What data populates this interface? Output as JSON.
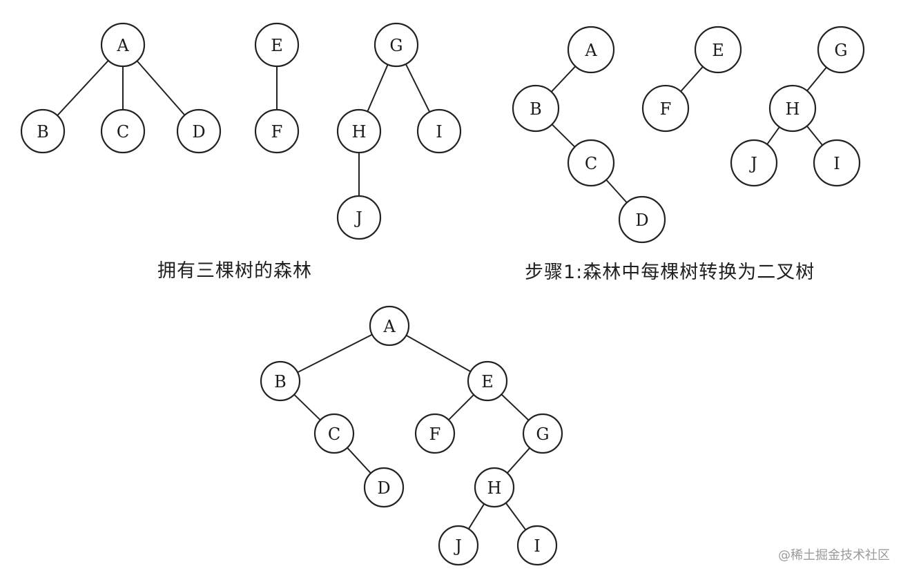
{
  "captions": {
    "forest": "拥有三棵树的森林",
    "step1": "步骤1:森林中每棵树转换为二叉树"
  },
  "watermark": "@稀土掘金技术社区",
  "colors": {
    "stroke": "#222222",
    "node_fill": "#ffffff",
    "text": "#1a1a1a",
    "watermark": "#9a9a9a"
  },
  "diagrams": {
    "forest": {
      "nodes": [
        "A",
        "B",
        "C",
        "D",
        "E",
        "F",
        "G",
        "H",
        "I",
        "J"
      ],
      "edges": [
        [
          "A",
          "B"
        ],
        [
          "A",
          "C"
        ],
        [
          "A",
          "D"
        ],
        [
          "E",
          "F"
        ],
        [
          "G",
          "H"
        ],
        [
          "G",
          "I"
        ],
        [
          "H",
          "J"
        ]
      ]
    },
    "step1": {
      "nodes": [
        "A",
        "B",
        "C",
        "D",
        "E",
        "F",
        "G",
        "H",
        "J",
        "I"
      ],
      "edges": [
        [
          "A",
          "B"
        ],
        [
          "B",
          "C"
        ],
        [
          "C",
          "D"
        ],
        [
          "E",
          "F"
        ],
        [
          "G",
          "H"
        ],
        [
          "H",
          "J"
        ],
        [
          "H",
          "I"
        ]
      ]
    },
    "final": {
      "nodes": [
        "A",
        "B",
        "C",
        "D",
        "E",
        "F",
        "G",
        "H",
        "J",
        "I"
      ],
      "edges": [
        [
          "A",
          "B"
        ],
        [
          "A",
          "E"
        ],
        [
          "B",
          "C"
        ],
        [
          "C",
          "D"
        ],
        [
          "E",
          "F"
        ],
        [
          "E",
          "G"
        ],
        [
          "G",
          "H"
        ],
        [
          "H",
          "J"
        ],
        [
          "H",
          "I"
        ]
      ]
    }
  }
}
